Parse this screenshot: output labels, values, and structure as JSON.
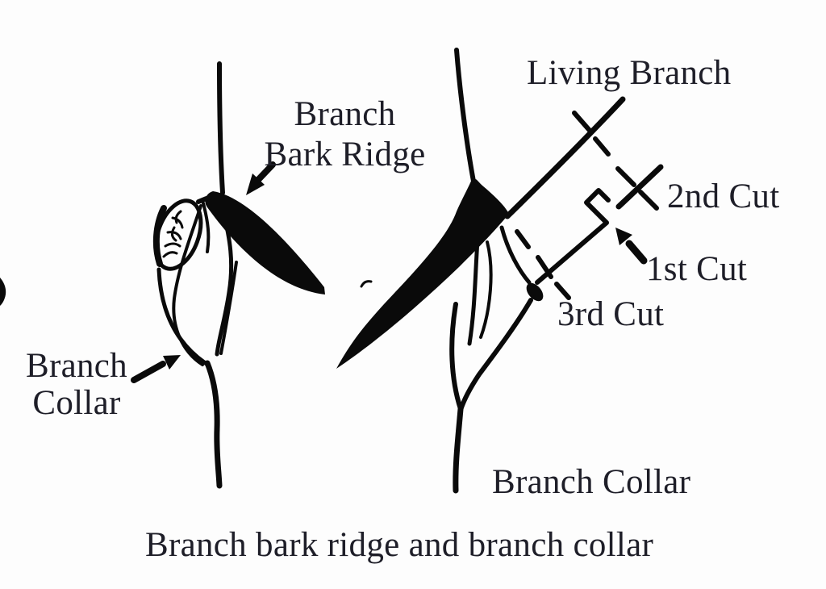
{
  "colors": {
    "background": "#fdfdfd",
    "ink": "#0a0a0a",
    "text": "#1e1e28"
  },
  "figure": {
    "left_diagram": {
      "bark_ridge_label": {
        "line1": "Branch",
        "line2": "Bark Ridge"
      },
      "collar_label": {
        "line1": "Branch",
        "line2": "Collar"
      }
    },
    "right_diagram": {
      "living_branch_label": "Living Branch",
      "second_cut_label": "2nd Cut",
      "first_cut_label": "1st Cut",
      "third_cut_label": "3rd Cut",
      "branch_collar_label": "Branch Collar"
    },
    "caption": "Branch bark ridge and branch collar"
  }
}
